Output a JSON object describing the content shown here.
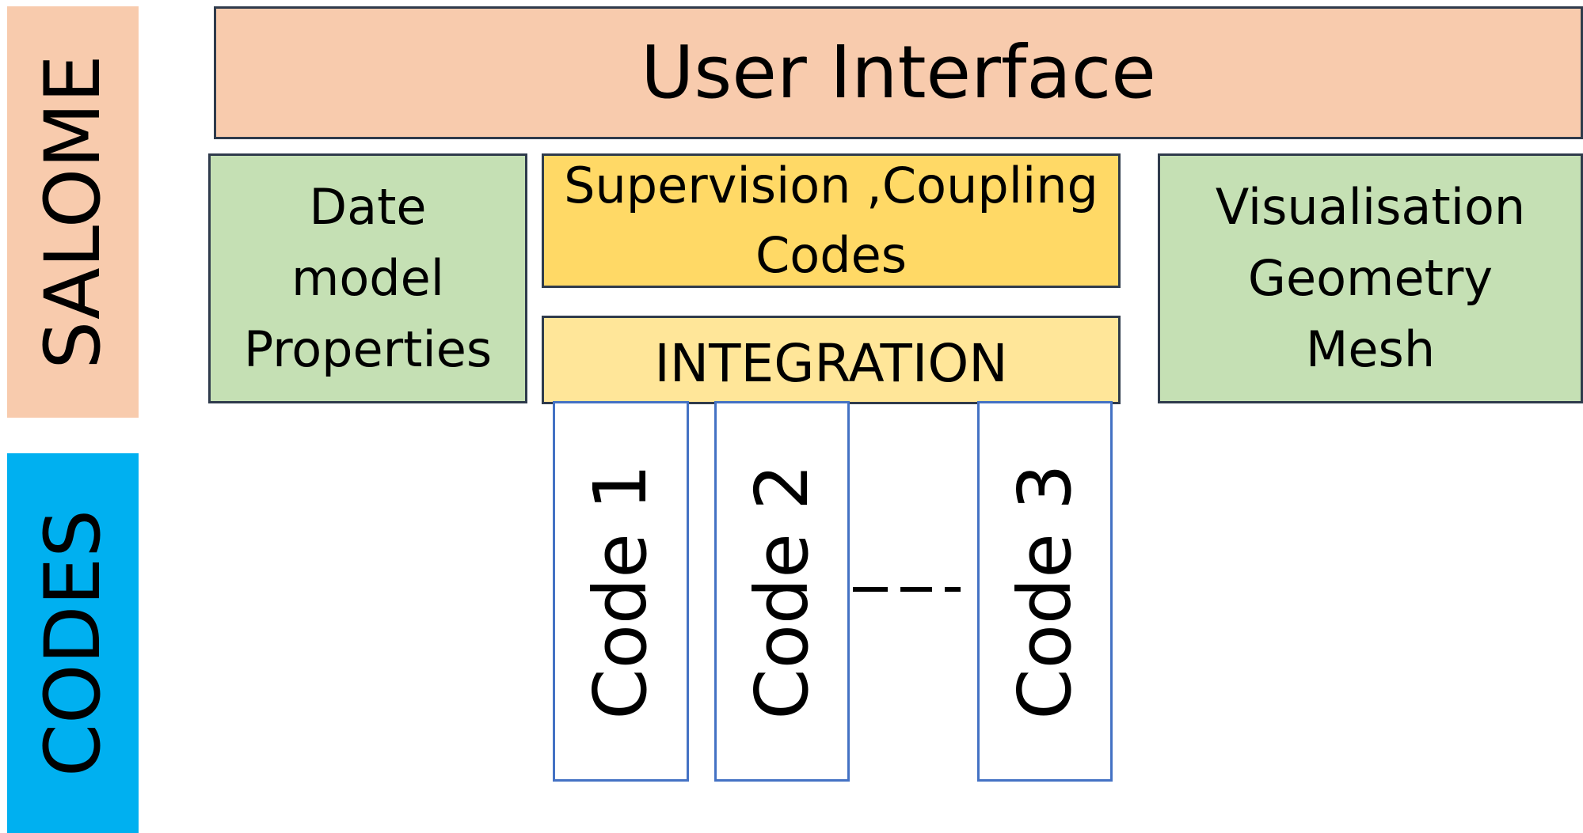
{
  "sidebar": {
    "salome_label": "SALOME",
    "codes_label": "CODES"
  },
  "user_interface": {
    "label": "User Interface"
  },
  "data_model": {
    "lines": [
      "Date",
      "model",
      "Properties"
    ]
  },
  "supervision": {
    "lines": [
      "Supervision ,Coupling",
      "Codes"
    ]
  },
  "integration": {
    "label": "INTEGRATION"
  },
  "visualisation": {
    "lines": [
      "Visualisation",
      "Geometry",
      "Mesh"
    ]
  },
  "codes": [
    {
      "label": "Code 1"
    },
    {
      "label": "Code 2"
    },
    {
      "label": "Code 3"
    }
  ],
  "colors": {
    "salome_bar": "#f8cbad",
    "codes_bar": "#00b0f0",
    "user_interface_fill": "#f8cbad",
    "green_fill": "#c5e0b4",
    "supervision_fill": "#ffd966",
    "integration_fill": "#ffe699",
    "code_border": "#4472c4"
  }
}
